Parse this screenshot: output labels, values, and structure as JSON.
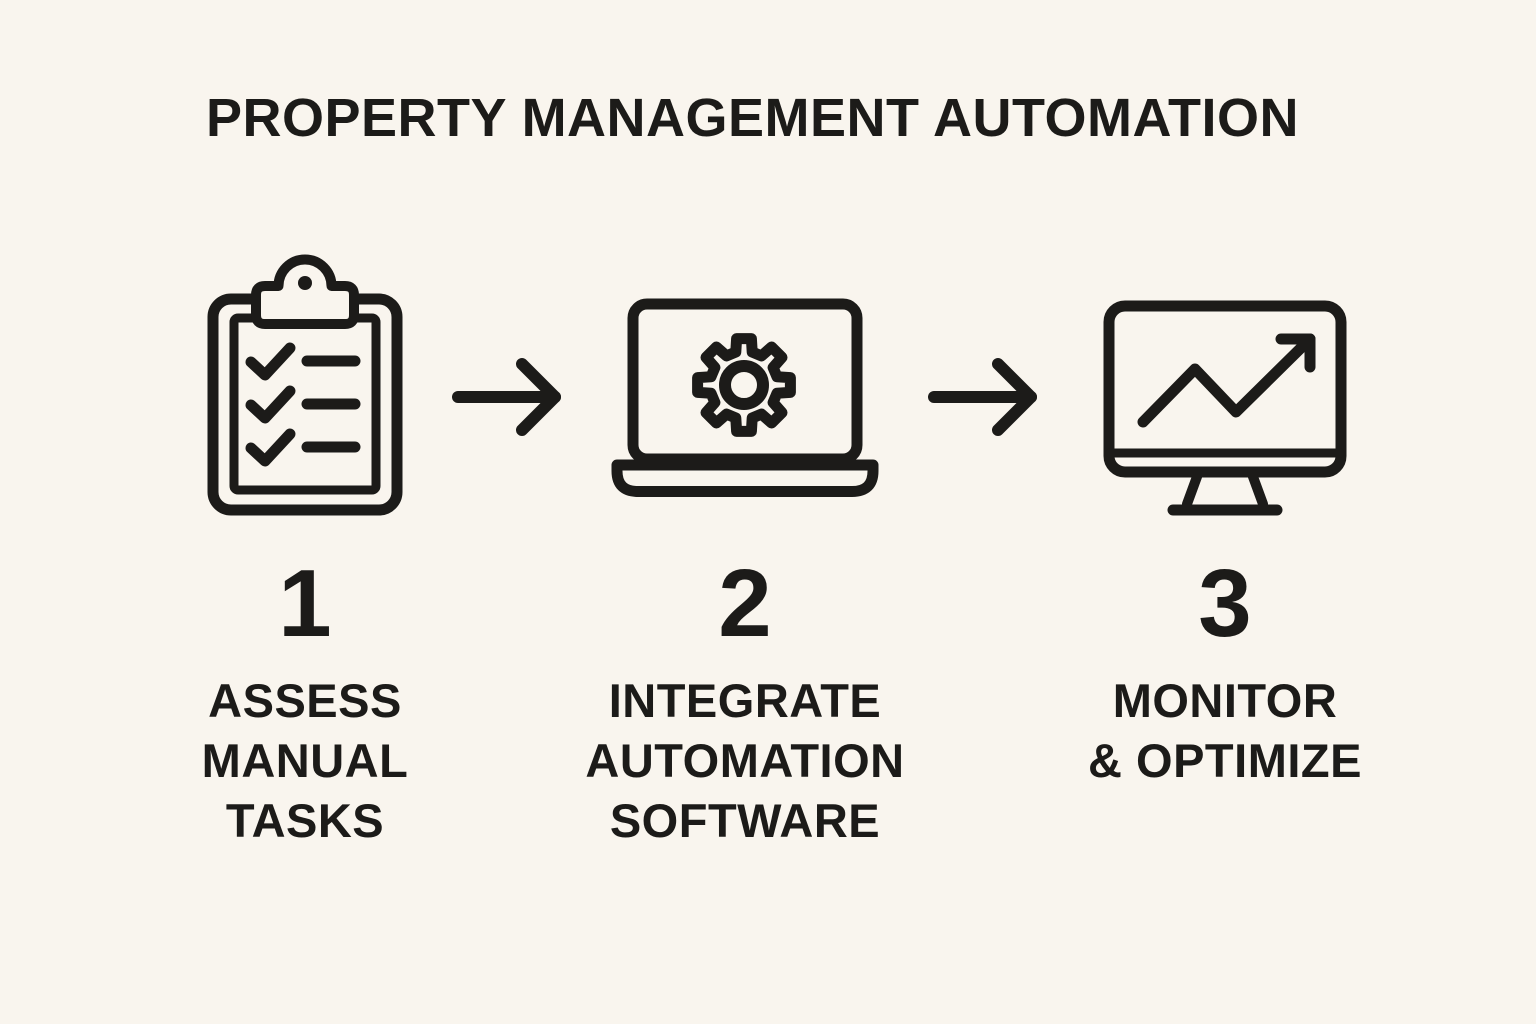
{
  "title": "PROPERTY MANAGEMENT AUTOMATION",
  "colors": {
    "background": "#f9f5ee",
    "ink": "#1c1b19"
  },
  "steps": [
    {
      "number": "1",
      "icon": "clipboard-checklist-icon",
      "lines": [
        "ASSESS",
        "MANUAL",
        "TASKS"
      ]
    },
    {
      "number": "2",
      "icon": "laptop-gear-icon",
      "lines": [
        "INTEGRATE",
        "AUTOMATION",
        "SOFTWARE"
      ]
    },
    {
      "number": "3",
      "icon": "monitor-trend-chart-icon",
      "lines": [
        "MONITOR",
        "& OPTIMIZE"
      ]
    }
  ],
  "connectors": [
    {
      "icon": "right-arrow-icon"
    },
    {
      "icon": "right-arrow-icon"
    }
  ]
}
